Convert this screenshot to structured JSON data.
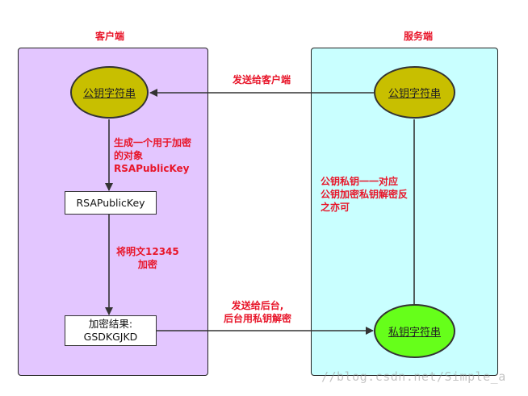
{
  "client": {
    "title": "客户端"
  },
  "server": {
    "title": "服务端"
  },
  "nodes": {
    "client_public_key": "公钥字符串",
    "server_public_key": "公钥字符串",
    "server_private_key": "私钥字符串",
    "rsa_public_key": "RSAPublicKey",
    "encrypt_result_line1": "加密结果:",
    "encrypt_result_line2": "GSDKGJKD"
  },
  "labels": {
    "send_to_client": "发送给客户端",
    "generate": [
      "生成一个用于加密",
      "的对象",
      "RSAPublicKey"
    ],
    "encrypt": [
      "将明文12345",
      "加密"
    ],
    "key_pair": [
      "公钥私钥一一对应",
      "公钥加密私钥解密反",
      "之亦可"
    ],
    "send_to_backend": [
      "发送给后台,",
      "后台用私钥解密"
    ]
  },
  "watermark": "//blog.csdn.net/Simple_a",
  "colors": {
    "client_panel": "#e3c6ff",
    "server_panel": "#c9ffff",
    "public_key_fill": "#c8bf00",
    "private_key_fill": "#66ff1a",
    "label_text": "#e8162a"
  }
}
